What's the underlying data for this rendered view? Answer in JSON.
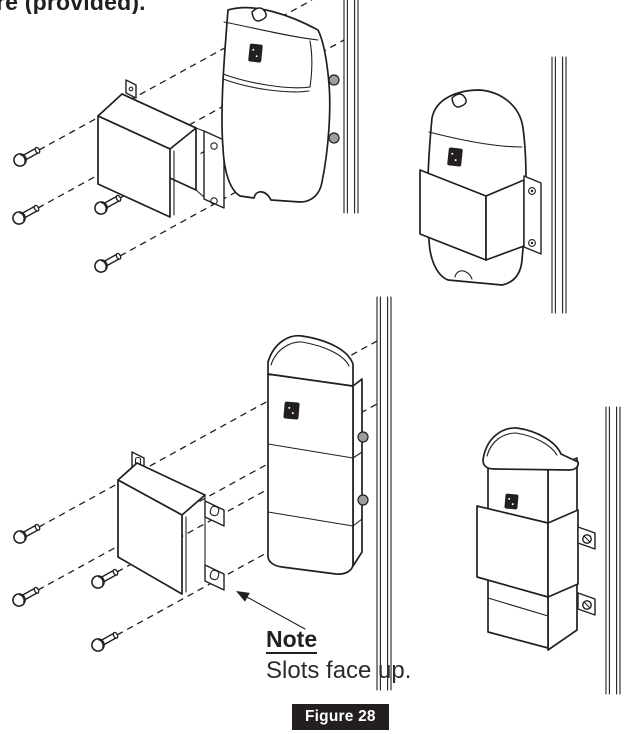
{
  "page": {
    "top_text_fragment": "re (provided).",
    "note": {
      "title": "Note",
      "body": "Slots face up."
    },
    "figure_label": "Figure 28",
    "colors": {
      "line": "#231f20",
      "background": "#ffffff",
      "post_pin_fill": "#9d9d9d",
      "figure_box_fill": "#231f20",
      "figure_box_text": "#ffffff"
    },
    "illustration": {
      "panels": [
        {
          "name": "exploded-photocell-with-bracket-and-screws-top-left"
        },
        {
          "name": "assembled-photocell-on-post-top-right"
        },
        {
          "name": "exploded-photocell-slotted-bracket-bottom-left"
        },
        {
          "name": "assembled-photocell-slotted-bracket-on-post-bottom-right"
        }
      ],
      "screw_count_top_panel": 4,
      "screw_count_bottom_panel": 4,
      "post_pin_count_per_panel": 2
    }
  }
}
